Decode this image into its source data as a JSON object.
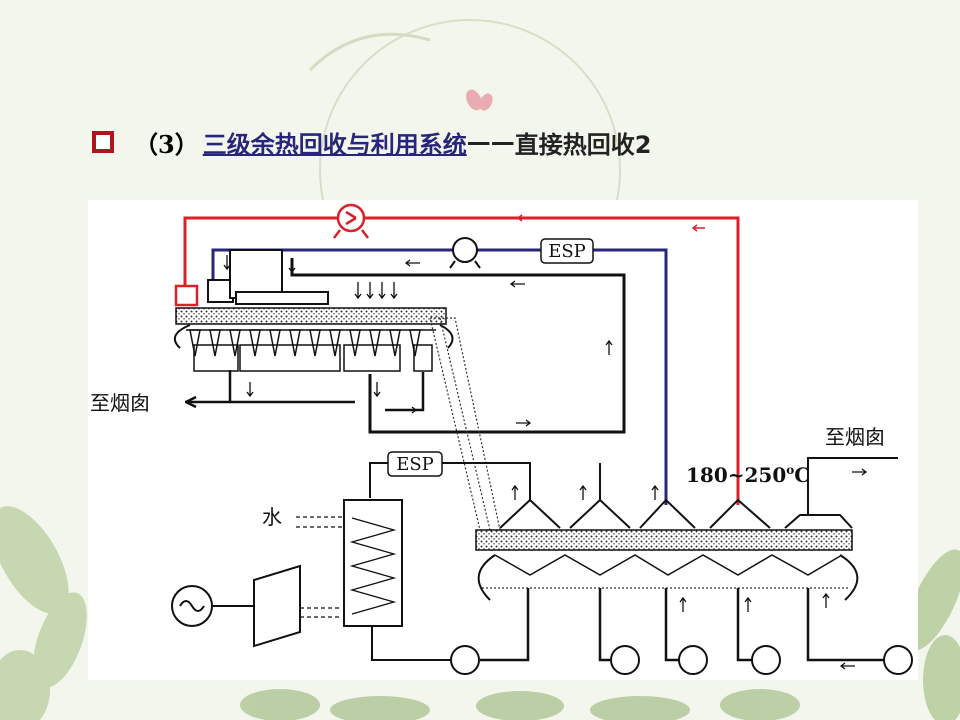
{
  "title": {
    "number": "（3）",
    "main": "三级余热回收与利用系统",
    "dash": "——",
    "sub": "直接热回收2"
  },
  "diagram": {
    "labels": {
      "to_chimney_left": "至烟囱",
      "to_chimney_right": "至烟囱",
      "esp_top": "ESP",
      "esp_left": "ESP",
      "water": "水",
      "temperature": "180~250",
      "temperature_sup": "o",
      "temperature_unit": "C"
    },
    "colors": {
      "hot_air": "#d9212a",
      "return_air": "#27267a",
      "line": "#111111"
    }
  }
}
